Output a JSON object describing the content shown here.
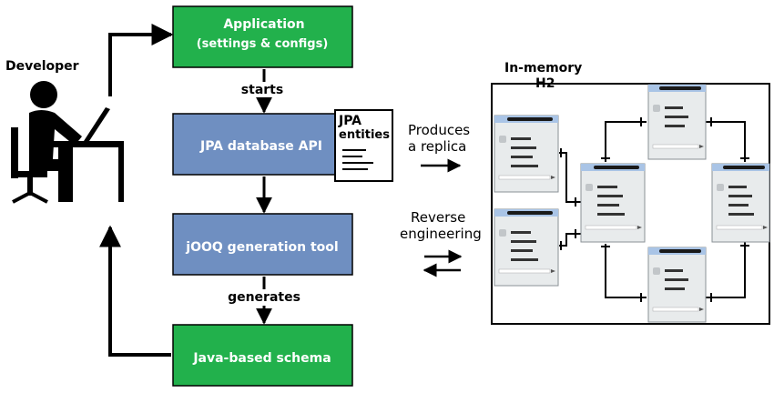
{
  "nodes": {
    "application": {
      "line1": "Application",
      "line2": "(settings & configs)"
    },
    "jpa_api": {
      "label": "JPA database API"
    },
    "jooq_tool": {
      "label": "jOOQ generation tool"
    },
    "java_schema": {
      "label": "Java-based schema"
    },
    "jpa_entities": {
      "line1": "JPA",
      "line2": "entities"
    },
    "developer": {
      "label": "Developer"
    },
    "in_memory_db": {
      "line1": "In-memory",
      "line2": "H2"
    }
  },
  "edges": {
    "starts": "starts",
    "generates": "generates",
    "produces_line1": "Produces",
    "produces_line2": "a replica",
    "reverse_line1": "Reverse",
    "reverse_line2": "engineering"
  },
  "colors": {
    "green": "#22b14c",
    "blue": "#6f8fc1",
    "table_fill": "#e8ebec",
    "table_header": "#a9c4e6",
    "outline": "#000000"
  }
}
